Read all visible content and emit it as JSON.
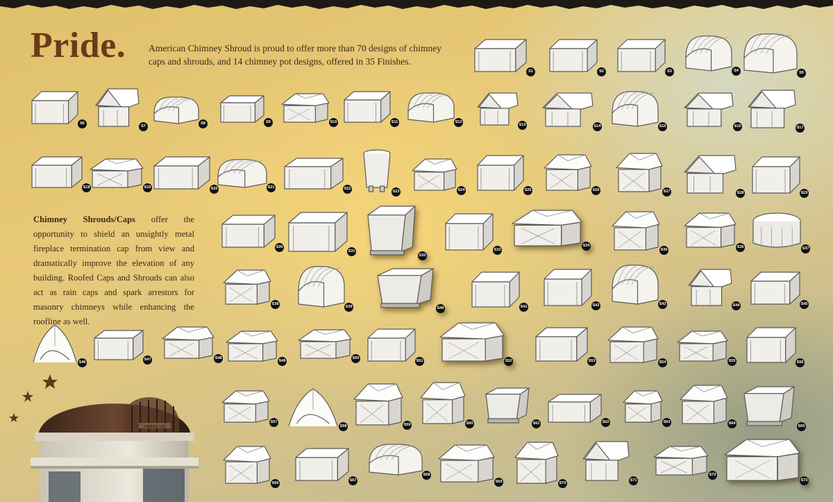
{
  "headline": "Pride.",
  "intro": "American Chimney Shroud is proud to offer more than 70 designs of chimney caps and shrouds, and 14 chimney pot designs, offered in 35 Finishes.",
  "body": {
    "lead": "Chimney Shrouds/Caps",
    "text": " offer the opportunity to shield an unsightly metal fireplace termination cap from view and dramatically improve the elevation of any building. Roofed Caps and Shrouds can also act as rain caps and spark arrestors for masonry chimneys while enhancing the roofline as well."
  },
  "chimney_plaque": "AMERICAN",
  "colors": {
    "headline": "#6b3a17",
    "text": "#3a2a1a",
    "badge": "#111111",
    "stars": "#5a3a17"
  },
  "caps": [
    {
      "id": "S1",
      "style": "box"
    },
    {
      "id": "S2",
      "style": "box"
    },
    {
      "id": "S3",
      "style": "box"
    },
    {
      "id": "S4",
      "style": "arch"
    },
    {
      "id": "S5",
      "style": "arch"
    },
    {
      "id": "S6",
      "style": "box"
    },
    {
      "id": "S7",
      "style": "gable"
    },
    {
      "id": "S8",
      "style": "arch"
    },
    {
      "id": "S9",
      "style": "box"
    },
    {
      "id": "S10",
      "style": "hip"
    },
    {
      "id": "S11",
      "style": "box"
    },
    {
      "id": "S12",
      "style": "arch"
    },
    {
      "id": "S13",
      "style": "gable"
    },
    {
      "id": "S14",
      "style": "gable"
    },
    {
      "id": "S15",
      "style": "arch"
    },
    {
      "id": "S16",
      "style": "gable"
    },
    {
      "id": "S17",
      "style": "gable"
    },
    {
      "id": "S18",
      "style": "box"
    },
    {
      "id": "S19",
      "style": "hip"
    },
    {
      "id": "S20",
      "style": "box"
    },
    {
      "id": "S21",
      "style": "arch"
    },
    {
      "id": "S22",
      "style": "box"
    },
    {
      "id": "S23",
      "style": "pot"
    },
    {
      "id": "S24",
      "style": "hip"
    },
    {
      "id": "S25",
      "style": "box"
    },
    {
      "id": "S26",
      "style": "hip"
    },
    {
      "id": "S27",
      "style": "hip"
    },
    {
      "id": "S28",
      "style": "gable"
    },
    {
      "id": "S29",
      "style": "box"
    },
    {
      "id": "S30",
      "style": "box"
    },
    {
      "id": "S31",
      "style": "box"
    },
    {
      "id": "S32",
      "style": "tapered"
    },
    {
      "id": "S33",
      "style": "box"
    },
    {
      "id": "S34",
      "style": "hip"
    },
    {
      "id": "S35",
      "style": "hip"
    },
    {
      "id": "S36",
      "style": "hip"
    },
    {
      "id": "S37",
      "style": "octagon"
    },
    {
      "id": "S38",
      "style": "hip"
    },
    {
      "id": "S39",
      "style": "arch"
    },
    {
      "id": "S40",
      "style": "tapered"
    },
    {
      "id": "S41",
      "style": "box"
    },
    {
      "id": "S42",
      "style": "box"
    },
    {
      "id": "S43",
      "style": "arch"
    },
    {
      "id": "S44",
      "style": "gable"
    },
    {
      "id": "S45",
      "style": "box"
    },
    {
      "id": "S46",
      "style": "cross"
    },
    {
      "id": "S47",
      "style": "box"
    },
    {
      "id": "S48",
      "style": "hip"
    },
    {
      "id": "S49",
      "style": "hip"
    },
    {
      "id": "S50",
      "style": "hip"
    },
    {
      "id": "S51",
      "style": "box"
    },
    {
      "id": "S52",
      "style": "hip"
    },
    {
      "id": "S53",
      "style": "box"
    },
    {
      "id": "S54",
      "style": "hip"
    },
    {
      "id": "S55",
      "style": "hip"
    },
    {
      "id": "S56",
      "style": "box"
    },
    {
      "id": "S57",
      "style": "hip"
    },
    {
      "id": "S58",
      "style": "cross"
    },
    {
      "id": "S59",
      "style": "hip"
    },
    {
      "id": "S60",
      "style": "hip"
    },
    {
      "id": "S61",
      "style": "tapered"
    },
    {
      "id": "S62",
      "style": "box"
    },
    {
      "id": "S63",
      "style": "hip"
    },
    {
      "id": "S64",
      "style": "hip"
    },
    {
      "id": "S65",
      "style": "tapered"
    },
    {
      "id": "S66",
      "style": "hip"
    },
    {
      "id": "S67",
      "style": "box"
    },
    {
      "id": "S68",
      "style": "arch"
    },
    {
      "id": "S69",
      "style": "hip"
    },
    {
      "id": "S70",
      "style": "hip"
    },
    {
      "id": "S71",
      "style": "gable"
    },
    {
      "id": "S72",
      "style": "hip"
    },
    {
      "id": "S73",
      "style": "hip"
    }
  ]
}
